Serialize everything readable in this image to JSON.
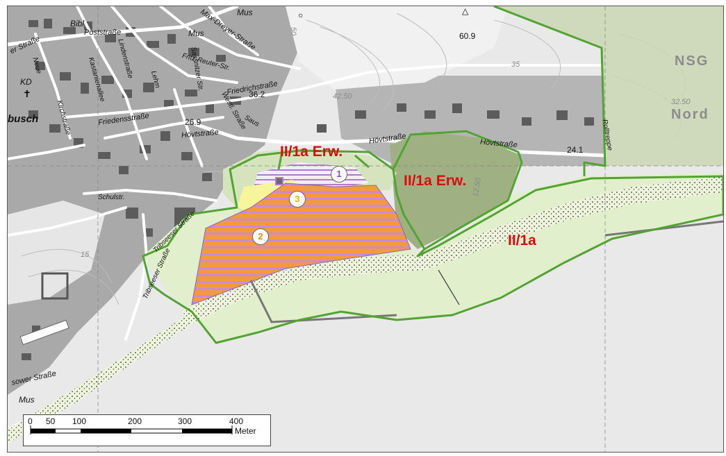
{
  "zones": {
    "erw_north": "II/1a Erw.",
    "erw_east": "II/1a Erw.",
    "main": "II/1a",
    "nsg_line1": "NSG",
    "nsg_line2": "Nord"
  },
  "markers": {
    "m1": "1",
    "m2": "2",
    "m3": "3"
  },
  "streets": {
    "max_dreyer": "Max-Dreyer-Straße",
    "post": "Poststraße",
    "fritz_reuter": "Fritz-Reuter-Str.",
    "friedrich": "Friedrichstraße",
    "friedens": "Friedensstraße",
    "kastanien": "Kastanienallee",
    "linden": "Lindenstraße",
    "kirch": "Kirchstraße",
    "neue": "Neue",
    "hoevt_west": "Hövtstraße",
    "hoevt_mid": "Hövtstraße",
    "hoevt_east": "Hövtstraße",
    "schul": "Schulstr.",
    "westl": "Westl. Straße",
    "sassnitz": "Sassnitzer Str.",
    "saus": "Saus",
    "tribsees_upper": "Tribseeser Straße",
    "tribsees_lower": "Tribseeser Straße",
    "rolltreppe": "Rolltreppe",
    "er_strasse": "er Straße",
    "sower_strasse": "sower Straße",
    "lehm_str": "Lehm"
  },
  "pois": {
    "mus1": "Mus",
    "mus2": "Mus",
    "mus3": "Mus",
    "bibl": "Bibl",
    "kd": "KD",
    "busch": "busch"
  },
  "elevations": {
    "e1": "60.9",
    "e2": "36.2",
    "e3": "26.9",
    "e4": "24.1"
  },
  "contours": {
    "c1": "42.50",
    "c2": "35",
    "c3": "32.50",
    "c4": "15",
    "c5": "50",
    "c6": "12.50"
  },
  "scale": {
    "ticks": [
      "0",
      "50",
      "100",
      "200",
      "300",
      "400"
    ],
    "unit": "Meter"
  },
  "colors": {
    "zone_border": "#52a331",
    "zone_fill": "#e2efcc",
    "forest_fill": "#9aae7c",
    "orange_hatch": "#f29a3c",
    "purple_hatch": "#b07ad0",
    "yellow_area": "#f7f59c",
    "label_red": "#d80e0e"
  }
}
